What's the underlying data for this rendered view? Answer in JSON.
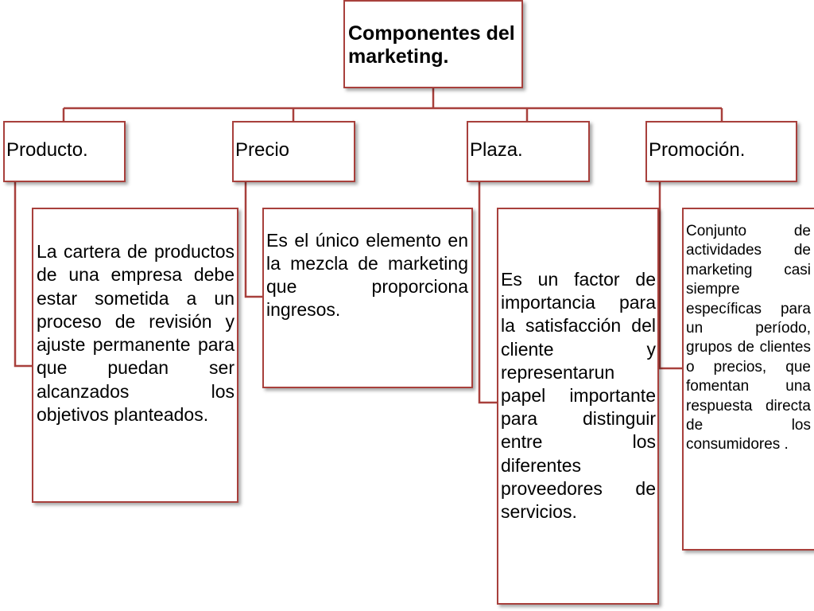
{
  "diagram": {
    "title": "Componentes del marketing.",
    "colors": {
      "box_border": "#a8403c",
      "connector": "#a8403c",
      "background": "#ffffff",
      "text": "#000000"
    },
    "categories": [
      {
        "label": "Producto.",
        "description": "La cartera de productos de una empresa debe estar sometida a un proceso de revisión y ajuste permanente para que puedan ser alcanzados los objetivos planteados."
      },
      {
        "label": "Precio",
        "description": "Es el único elemento en la mezcla de marketing que proporciona ingresos."
      },
      {
        "label": "Plaza.",
        "description": "Es un factor de importancia para la satisfacción del cliente y representarun papel importante para distinguir entre los diferentes proveedores de servicios."
      },
      {
        "label": "Promoción.",
        "description": "Conjunto de actividades de marketing casi siempre específicas para un período, grupos de clientes o precios, que fomentan una respuesta directa de los consumidores ."
      }
    ]
  }
}
